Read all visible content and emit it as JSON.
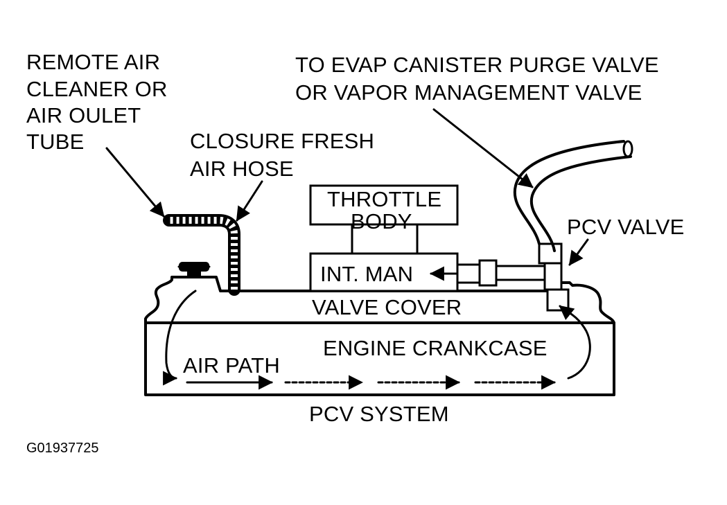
{
  "labels": {
    "remote_air": [
      "REMOTE AIR",
      "CLEANER OR",
      "AIR OULET",
      "TUBE"
    ],
    "closure_hose": [
      "CLOSURE FRESH",
      "AIR HOSE"
    ],
    "evap": [
      "TO EVAP CANISTER PURGE VALVE",
      "OR VAPOR MANAGEMENT VALVE"
    ],
    "throttle_body": [
      "THROTTLE",
      "BODY"
    ],
    "pcv_valve": "PCV VALVE",
    "intake_manifold": "INT. MAN",
    "valve_cover": "VALVE COVER",
    "engine_crankcase": "ENGINE CRANKCASE",
    "air_path": "AIR PATH",
    "caption": "PCV SYSTEM",
    "figure_id": "G01937725"
  },
  "colors": {
    "ink": "#000000",
    "paper": "#ffffff"
  }
}
